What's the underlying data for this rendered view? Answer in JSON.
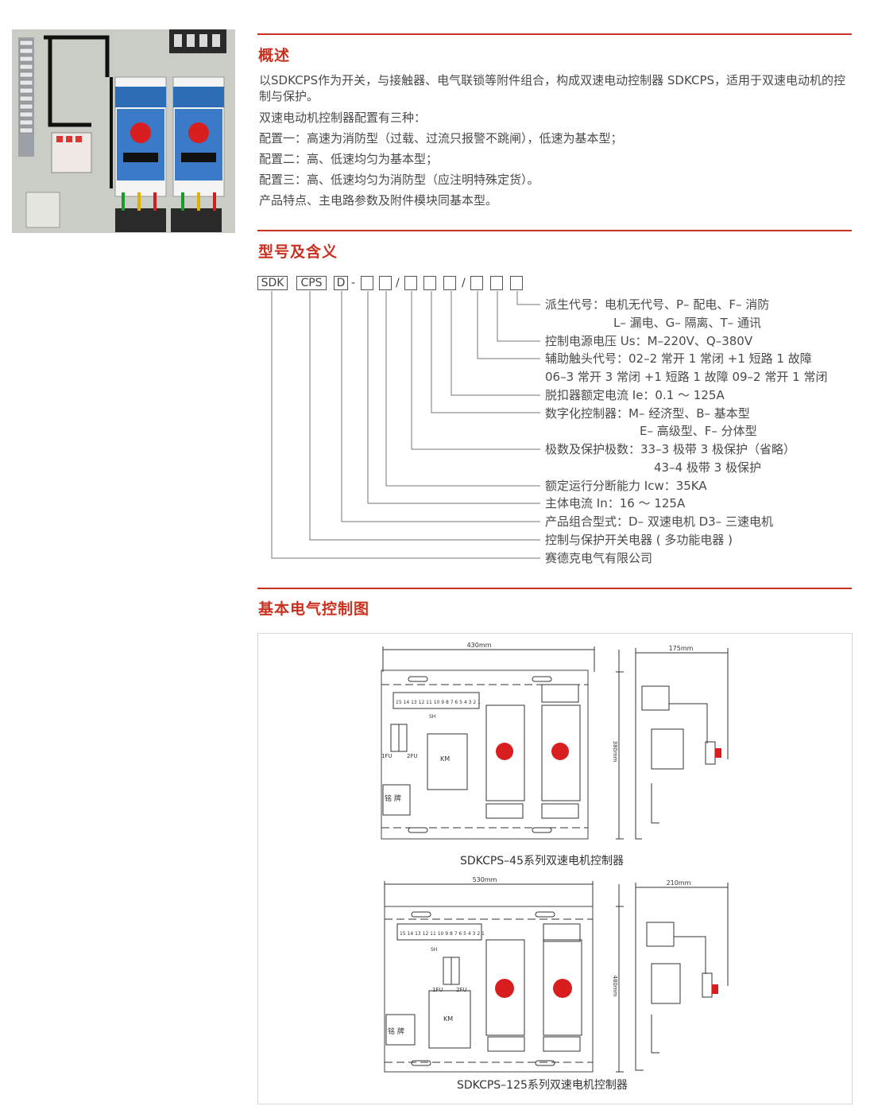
{
  "sections": {
    "overview": {
      "heading": "概述",
      "lines": [
        "以SDKCPS作为开关，与接触器、电气联锁等附件组合，构成双速电动控制器 SDKCPS，适用于双速电动机的控制与保护。",
        "双速电动机控制器配置有三种：",
        "配置一：高速为消防型（过载、过流只报警不跳闸），低速为基本型；",
        "配置二：高、低速均匀为基本型；",
        "配置三：高、低速均匀为消防型（应注明特殊定货）。",
        "产品特点、主电路参数及附件模块同基本型。"
      ]
    },
    "model": {
      "heading": "型号及含义",
      "code": {
        "sdk": "SDK",
        "cps": "CPS",
        "d": "D",
        "dash": "-",
        "slash": "/"
      },
      "legend": [
        "派生代号：电机无代号、P– 配电、F– 消防",
        "L– 漏电、G– 隔离、T– 通讯",
        "控制电源电压 Us：M–220V、Q–380V",
        "辅助触头代号：02–2 常开 1 常闭 +1 短路 1 故障",
        "06–3 常开 3 常闭 +1 短路 1 故障 09–2 常开 1 常闭",
        "脱扣器额定电流 Ie：0.1 ～ 125A",
        "数字化控制器：M– 经济型、B– 基本型",
        "E– 高级型、F– 分体型",
        "极数及保护极数：33–3 极带 3 极保护（省略）",
        "43–4 极带 3 极保护",
        "额定运行分断能力 Icw：35KA",
        "主体电流 In：16 ～ 125A",
        "产品组合型式：D– 双速电机    D3– 三速电机",
        "控制与保护开关电器 ( 多功能电器 )",
        "赛德克电气有限公司"
      ]
    },
    "diagram": {
      "heading": "基本电气控制图",
      "d1": {
        "width": "430mm",
        "height": "380mm",
        "depth": "175mm",
        "caption": "SDKCPS–45系列双速电机控制器"
      },
      "d2": {
        "width": "530mm",
        "height": "480mm",
        "depth": "210mm",
        "caption": "SDKCPS–125系列双速电机控制器"
      },
      "labels": {
        "terminal_numbers": "15 14 13 12 11 10 9 8 7 6 5 4 3 2 1",
        "sh": "SH",
        "fu1": "1FU",
        "fu2": "2FU",
        "km": "KM",
        "nameplate": "铭 牌"
      }
    }
  },
  "colors": {
    "accent": "#c8311f",
    "knob_red": "#d81e1e",
    "text": "#4a4a4a"
  }
}
